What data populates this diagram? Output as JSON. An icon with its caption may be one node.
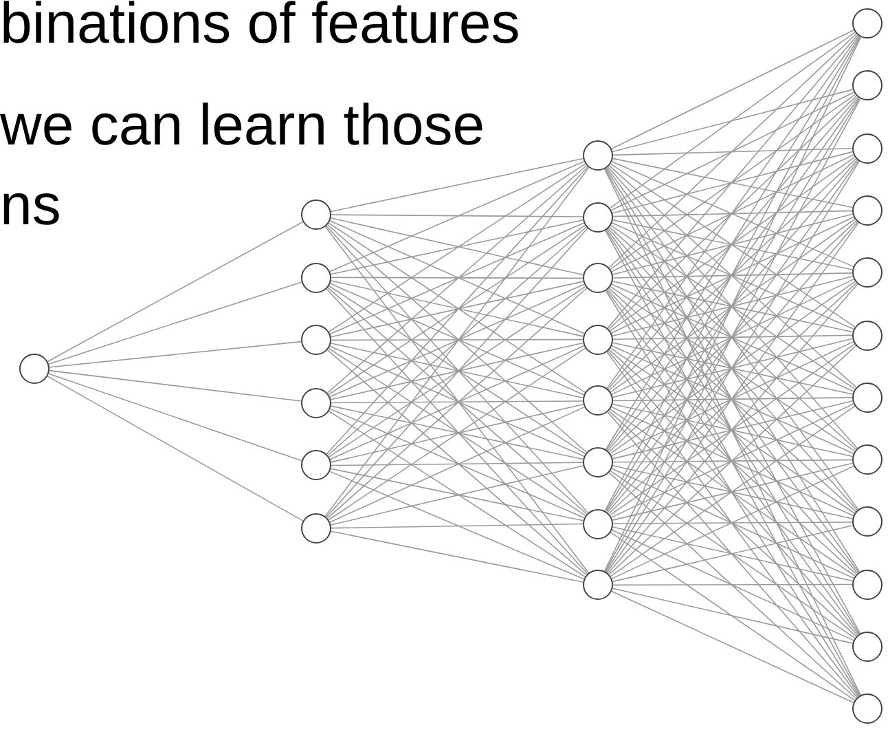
{
  "diagram": {
    "nodes": [
      {
        "text": [],
        "shape": "circle"
      },
      {
        "text": [],
        "shape": "circle"
      },
      {
        "text": [],
        "shape": "circle"
      },
      {
        "text": [],
        "shape": "circle"
      },
      {
        "text": [],
        "shape": "circle"
      },
      {
        "text": [],
        "shape": "circle"
      },
      {
        "text": [],
        "shape": "circle"
      },
      {
        "text": [],
        "shape": "circle"
      },
      {
        "text": [],
        "shape": "circle"
      },
      {
        "text": [],
        "shape": "circle"
      },
      {
        "text": [],
        "shape": "circle"
      },
      {
        "text": [],
        "shape": "circle"
      },
      {
        "text": [],
        "shape": "circle"
      },
      {
        "text": [],
        "shape": "circle"
      },
      {
        "text": [],
        "shape": "circle"
      },
      {
        "text": [],
        "shape": "circle"
      },
      {
        "text": [],
        "shape": "circle"
      },
      {
        "text": [],
        "shape": "circle"
      },
      {
        "text": [],
        "shape": "circle"
      },
      {
        "text": [],
        "shape": "circle"
      },
      {
        "text": [],
        "shape": "circle"
      },
      {
        "text": [],
        "shape": "circle"
      },
      {
        "text": [],
        "shape": "circle"
      },
      {
        "text": [],
        "shape": "circle"
      },
      {
        "text": [],
        "shape": "circle"
      },
      {
        "text": [],
        "shape": "circle"
      },
      {
        "text": [],
        "shape": "circle"
      }
    ],
    "edges": [
      {
        "from": 0,
        "to": 1,
        "arrow": "none"
      },
      {
        "from": 0,
        "to": 2,
        "arrow": "none"
      },
      {
        "from": 0,
        "to": 3,
        "arrow": "none"
      },
      {
        "from": 0,
        "to": 4,
        "arrow": "none"
      },
      {
        "from": 0,
        "to": 5,
        "arrow": "none"
      },
      {
        "from": 0,
        "to": 6,
        "arrow": "none"
      },
      {
        "from": 1,
        "to": 7,
        "arrow": "none"
      },
      {
        "from": 1,
        "to": 8,
        "arrow": "none"
      },
      {
        "from": 1,
        "to": 9,
        "arrow": "none"
      },
      {
        "from": 1,
        "to": 10,
        "arrow": "none"
      },
      {
        "from": 1,
        "to": 11,
        "arrow": "none"
      },
      {
        "from": 1,
        "to": 12,
        "arrow": "none"
      },
      {
        "from": 1,
        "to": 13,
        "arrow": "none"
      },
      {
        "from": 1,
        "to": 14,
        "arrow": "none"
      },
      {
        "from": 2,
        "to": 7,
        "arrow": "none"
      },
      {
        "from": 2,
        "to": 8,
        "arrow": "none"
      },
      {
        "from": 2,
        "to": 9,
        "arrow": "none"
      },
      {
        "from": 2,
        "to": 10,
        "arrow": "none"
      },
      {
        "from": 2,
        "to": 11,
        "arrow": "none"
      },
      {
        "from": 2,
        "to": 12,
        "arrow": "none"
      },
      {
        "from": 2,
        "to": 13,
        "arrow": "none"
      },
      {
        "from": 2,
        "to": 14,
        "arrow": "none"
      },
      {
        "from": 3,
        "to": 7,
        "arrow": "none"
      },
      {
        "from": 3,
        "to": 8,
        "arrow": "none"
      },
      {
        "from": 3,
        "to": 9,
        "arrow": "none"
      },
      {
        "from": 3,
        "to": 10,
        "arrow": "none"
      },
      {
        "from": 3,
        "to": 11,
        "arrow": "none"
      },
      {
        "from": 3,
        "to": 12,
        "arrow": "none"
      },
      {
        "from": 3,
        "to": 13,
        "arrow": "none"
      },
      {
        "from": 3,
        "to": 14,
        "arrow": "none"
      },
      {
        "from": 4,
        "to": 7,
        "arrow": "none"
      },
      {
        "from": 4,
        "to": 8,
        "arrow": "none"
      },
      {
        "from": 4,
        "to": 9,
        "arrow": "none"
      },
      {
        "from": 4,
        "to": 10,
        "arrow": "none"
      },
      {
        "from": 4,
        "to": 11,
        "arrow": "none"
      },
      {
        "from": 4,
        "to": 12,
        "arrow": "none"
      },
      {
        "from": 4,
        "to": 13,
        "arrow": "none"
      },
      {
        "from": 4,
        "to": 14,
        "arrow": "none"
      },
      {
        "from": 5,
        "to": 7,
        "arrow": "none"
      },
      {
        "from": 5,
        "to": 8,
        "arrow": "none"
      },
      {
        "from": 5,
        "to": 9,
        "arrow": "none"
      },
      {
        "from": 5,
        "to": 10,
        "arrow": "none"
      },
      {
        "from": 5,
        "to": 11,
        "arrow": "none"
      },
      {
        "from": 5,
        "to": 12,
        "arrow": "none"
      },
      {
        "from": 5,
        "to": 13,
        "arrow": "none"
      },
      {
        "from": 5,
        "to": 14,
        "arrow": "none"
      },
      {
        "from": 6,
        "to": 7,
        "arrow": "none"
      },
      {
        "from": 6,
        "to": 8,
        "arrow": "none"
      },
      {
        "from": 6,
        "to": 9,
        "arrow": "none"
      },
      {
        "from": 6,
        "to": 10,
        "arrow": "none"
      },
      {
        "from": 6,
        "to": 11,
        "arrow": "none"
      },
      {
        "from": 6,
        "to": 12,
        "arrow": "none"
      },
      {
        "from": 6,
        "to": 13,
        "arrow": "none"
      },
      {
        "from": 6,
        "to": 14,
        "arrow": "none"
      },
      {
        "from": 7,
        "to": 15,
        "arrow": "none"
      },
      {
        "from": 7,
        "to": 16,
        "arrow": "none"
      },
      {
        "from": 7,
        "to": 17,
        "arrow": "none"
      },
      {
        "from": 7,
        "to": 18,
        "arrow": "none"
      },
      {
        "from": 7,
        "to": 19,
        "arrow": "none"
      },
      {
        "from": 7,
        "to": 20,
        "arrow": "none"
      },
      {
        "from": 7,
        "to": 21,
        "arrow": "none"
      },
      {
        "from": 7,
        "to": 22,
        "arrow": "none"
      },
      {
        "from": 7,
        "to": 23,
        "arrow": "none"
      },
      {
        "from": 7,
        "to": 24,
        "arrow": "none"
      },
      {
        "from": 7,
        "to": 25,
        "arrow": "none"
      },
      {
        "from": 7,
        "to": 26,
        "arrow": "none"
      },
      {
        "from": 8,
        "to": 15,
        "arrow": "none"
      },
      {
        "from": 8,
        "to": 16,
        "arrow": "none"
      },
      {
        "from": 8,
        "to": 17,
        "arrow": "none"
      },
      {
        "from": 8,
        "to": 18,
        "arrow": "none"
      },
      {
        "from": 8,
        "to": 19,
        "arrow": "none"
      },
      {
        "from": 8,
        "to": 20,
        "arrow": "none"
      },
      {
        "from": 8,
        "to": 21,
        "arrow": "none"
      },
      {
        "from": 8,
        "to": 22,
        "arrow": "none"
      },
      {
        "from": 8,
        "to": 23,
        "arrow": "none"
      },
      {
        "from": 8,
        "to": 24,
        "arrow": "none"
      },
      {
        "from": 8,
        "to": 25,
        "arrow": "none"
      },
      {
        "from": 8,
        "to": 26,
        "arrow": "none"
      },
      {
        "from": 9,
        "to": 15,
        "arrow": "none"
      },
      {
        "from": 9,
        "to": 16,
        "arrow": "none"
      },
      {
        "from": 9,
        "to": 17,
        "arrow": "none"
      },
      {
        "from": 9,
        "to": 18,
        "arrow": "none"
      },
      {
        "from": 9,
        "to": 19,
        "arrow": "none"
      },
      {
        "from": 9,
        "to": 20,
        "arrow": "none"
      },
      {
        "from": 9,
        "to": 21,
        "arrow": "none"
      },
      {
        "from": 9,
        "to": 22,
        "arrow": "none"
      },
      {
        "from": 9,
        "to": 23,
        "arrow": "none"
      },
      {
        "from": 9,
        "to": 24,
        "arrow": "none"
      },
      {
        "from": 9,
        "to": 25,
        "arrow": "none"
      },
      {
        "from": 9,
        "to": 26,
        "arrow": "none"
      },
      {
        "from": 10,
        "to": 15,
        "arrow": "none"
      },
      {
        "from": 10,
        "to": 16,
        "arrow": "none"
      },
      {
        "from": 10,
        "to": 17,
        "arrow": "none"
      },
      {
        "from": 10,
        "to": 18,
        "arrow": "none"
      },
      {
        "from": 10,
        "to": 19,
        "arrow": "none"
      },
      {
        "from": 10,
        "to": 20,
        "arrow": "none"
      },
      {
        "from": 10,
        "to": 21,
        "arrow": "none"
      },
      {
        "from": 10,
        "to": 22,
        "arrow": "none"
      },
      {
        "from": 10,
        "to": 23,
        "arrow": "none"
      },
      {
        "from": 10,
        "to": 24,
        "arrow": "none"
      },
      {
        "from": 10,
        "to": 25,
        "arrow": "none"
      },
      {
        "from": 10,
        "to": 26,
        "arrow": "none"
      },
      {
        "from": 11,
        "to": 15,
        "arrow": "none"
      },
      {
        "from": 11,
        "to": 16,
        "arrow": "none"
      },
      {
        "from": 11,
        "to": 17,
        "arrow": "none"
      },
      {
        "from": 11,
        "to": 18,
        "arrow": "none"
      },
      {
        "from": 11,
        "to": 19,
        "arrow": "none"
      },
      {
        "from": 11,
        "to": 20,
        "arrow": "none"
      },
      {
        "from": 11,
        "to": 21,
        "arrow": "none"
      },
      {
        "from": 11,
        "to": 22,
        "arrow": "none"
      },
      {
        "from": 11,
        "to": 23,
        "arrow": "none"
      },
      {
        "from": 11,
        "to": 24,
        "arrow": "none"
      },
      {
        "from": 11,
        "to": 25,
        "arrow": "none"
      },
      {
        "from": 11,
        "to": 26,
        "arrow": "none"
      },
      {
        "from": 12,
        "to": 15,
        "arrow": "none"
      },
      {
        "from": 12,
        "to": 16,
        "arrow": "none"
      },
      {
        "from": 12,
        "to": 17,
        "arrow": "none"
      },
      {
        "from": 12,
        "to": 18,
        "arrow": "none"
      },
      {
        "from": 12,
        "to": 19,
        "arrow": "none"
      },
      {
        "from": 12,
        "to": 20,
        "arrow": "none"
      },
      {
        "from": 12,
        "to": 21,
        "arrow": "none"
      },
      {
        "from": 12,
        "to": 22,
        "arrow": "none"
      },
      {
        "from": 12,
        "to": 23,
        "arrow": "none"
      },
      {
        "from": 12,
        "to": 24,
        "arrow": "none"
      },
      {
        "from": 12,
        "to": 25,
        "arrow": "none"
      },
      {
        "from": 12,
        "to": 26,
        "arrow": "none"
      },
      {
        "from": 13,
        "to": 15,
        "arrow": "none"
      },
      {
        "from": 13,
        "to": 16,
        "arrow": "none"
      },
      {
        "from": 13,
        "to": 17,
        "arrow": "none"
      },
      {
        "from": 13,
        "to": 18,
        "arrow": "none"
      },
      {
        "from": 13,
        "to": 19,
        "arrow": "none"
      },
      {
        "from": 13,
        "to": 20,
        "arrow": "none"
      },
      {
        "from": 13,
        "to": 21,
        "arrow": "none"
      },
      {
        "from": 13,
        "to": 22,
        "arrow": "none"
      },
      {
        "from": 13,
        "to": 23,
        "arrow": "none"
      },
      {
        "from": 13,
        "to": 24,
        "arrow": "none"
      },
      {
        "from": 13,
        "to": 25,
        "arrow": "none"
      },
      {
        "from": 13,
        "to": 26,
        "arrow": "none"
      },
      {
        "from": 14,
        "to": 15,
        "arrow": "none"
      },
      {
        "from": 14,
        "to": 16,
        "arrow": "none"
      },
      {
        "from": 14,
        "to": 17,
        "arrow": "none"
      },
      {
        "from": 14,
        "to": 18,
        "arrow": "none"
      },
      {
        "from": 14,
        "to": 19,
        "arrow": "none"
      },
      {
        "from": 14,
        "to": 20,
        "arrow": "none"
      },
      {
        "from": 14,
        "to": 21,
        "arrow": "none"
      },
      {
        "from": 14,
        "to": 22,
        "arrow": "none"
      },
      {
        "from": 14,
        "to": 23,
        "arrow": "none"
      },
      {
        "from": 14,
        "to": 24,
        "arrow": "none"
      },
      {
        "from": 14,
        "to": 25,
        "arrow": "none"
      },
      {
        "from": 14,
        "to": 26,
        "arrow": "none"
      }
    ],
    "labels": [
      "binations of features",
      "we can learn those ns"
    ]
  }
}
